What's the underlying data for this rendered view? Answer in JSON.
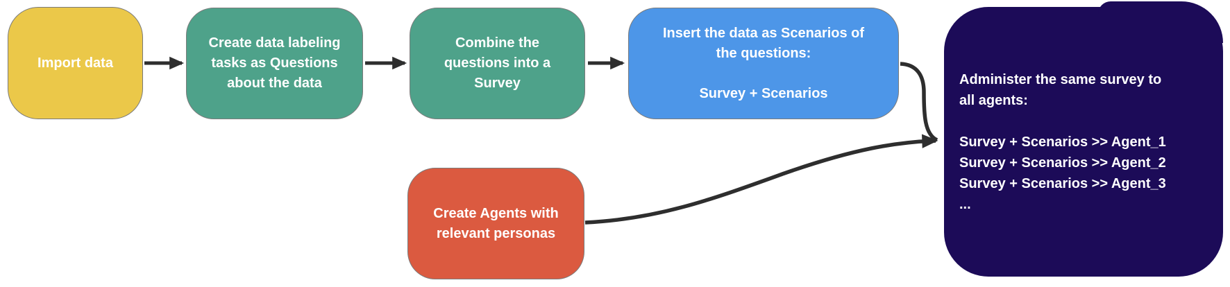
{
  "diagram": {
    "type": "flowchart",
    "background": "#ffffff",
    "arrow_color": "#2e2e2e",
    "node_border_color": "#7a7a7a",
    "text_color": "#ffffff",
    "nodes": [
      {
        "id": "import-data",
        "color": "#ebc849",
        "label": "Import data"
      },
      {
        "id": "labeling-tasks",
        "color": "#4ea28a",
        "label": "Create data labeling\ntasks as Questions\nabout the data"
      },
      {
        "id": "combine-survey",
        "color": "#4ea28a",
        "label": "Combine the\nquestions into a\nSurvey"
      },
      {
        "id": "insert-scenarios",
        "color": "#4d96e8",
        "label": "Insert the data as Scenarios of\nthe questions:\n\nSurvey + Scenarios"
      },
      {
        "id": "create-agents",
        "color": "#db5a40",
        "label": "Create Agents with\nrelevant personas"
      },
      {
        "id": "administer-survey",
        "color": "#1c0b58",
        "label": "Administer the same survey to\nall agents:\n\nSurvey + Scenarios >> Agent_1\nSurvey + Scenarios >> Agent_2\nSurvey + Scenarios >> Agent_3\n..."
      }
    ],
    "edges": [
      {
        "from": "import-data",
        "to": "labeling-tasks"
      },
      {
        "from": "labeling-tasks",
        "to": "combine-survey"
      },
      {
        "from": "combine-survey",
        "to": "insert-scenarios"
      },
      {
        "from": "insert-scenarios",
        "to": "administer-survey"
      },
      {
        "from": "create-agents",
        "to": "administer-survey"
      }
    ]
  }
}
